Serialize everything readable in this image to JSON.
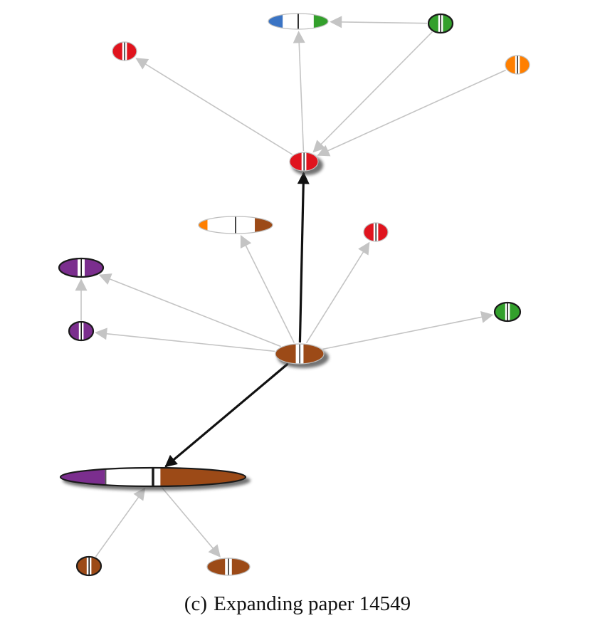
{
  "caption": {
    "tag": "(c)",
    "text": "Expanding paper 14549"
  },
  "colors": {
    "edge_default": "#c4c4c4",
    "edge_highlight": "#111111",
    "node_outline": "#1a1a1a",
    "node_outline_light": "#bdbdbd",
    "node_fill": "#ffffff",
    "shadow": "#444444",
    "red": "#e0141e",
    "blue": "#3a74c4",
    "green": "#33a02c",
    "orange": "#ff7f00",
    "purple": "#7b2e8e",
    "brown": "#9c4a17"
  },
  "nodes": [
    {
      "id": "top-center",
      "left": "blue",
      "right": "green",
      "wide": true,
      "outline": "light"
    },
    {
      "id": "top-right-green",
      "left": "green",
      "right": "green",
      "wide": false,
      "outline": "dark"
    },
    {
      "id": "top-left-red",
      "left": "red",
      "right": "red",
      "wide": false,
      "outline": "light"
    },
    {
      "id": "top-right-orange",
      "left": "orange",
      "right": "orange",
      "wide": false,
      "outline": "light"
    },
    {
      "id": "red-hub",
      "left": "red",
      "right": "red",
      "wide": false,
      "outline": "light",
      "shadow": true
    },
    {
      "id": "orange-brown",
      "left": "orange",
      "right": "brown",
      "wide": true,
      "outline": "light"
    },
    {
      "id": "mid-right-red",
      "left": "red",
      "right": "red",
      "wide": false,
      "outline": "light"
    },
    {
      "id": "purple-top",
      "left": "purple",
      "right": "purple",
      "wide": false,
      "outline": "dark"
    },
    {
      "id": "purple-small",
      "left": "purple",
      "right": "purple",
      "wide": false,
      "outline": "dark"
    },
    {
      "id": "right-green",
      "left": "green",
      "right": "green",
      "wide": false,
      "outline": "dark"
    },
    {
      "id": "expanded-paper",
      "left": "brown",
      "right": "brown",
      "wide": false,
      "outline": "light",
      "shadow": true
    },
    {
      "id": "long-purple-brown",
      "left": "purple",
      "right": "brown",
      "wide": true,
      "outline": "dark",
      "shadow": true
    },
    {
      "id": "bottom-left-brown",
      "left": "brown",
      "right": "brown",
      "wide": false,
      "outline": "dark"
    },
    {
      "id": "bottom-right-brown",
      "left": "brown",
      "right": "brown",
      "wide": false,
      "outline": "light"
    }
  ],
  "edges": [
    {
      "from": "top-right-green",
      "to": "top-center",
      "highlight": false
    },
    {
      "from": "red-hub",
      "to": "top-left-red",
      "highlight": false
    },
    {
      "from": "red-hub",
      "to": "top-center",
      "highlight": false
    },
    {
      "from": "top-right-green",
      "to": "red-hub",
      "highlight": false
    },
    {
      "from": "top-right-orange",
      "to": "red-hub",
      "highlight": false
    },
    {
      "from": "expanded-paper",
      "to": "red-hub",
      "highlight": true
    },
    {
      "from": "expanded-paper",
      "to": "orange-brown",
      "highlight": false
    },
    {
      "from": "expanded-paper",
      "to": "mid-right-red",
      "highlight": false
    },
    {
      "from": "expanded-paper",
      "to": "purple-top",
      "highlight": false
    },
    {
      "from": "expanded-paper",
      "to": "purple-small",
      "highlight": false
    },
    {
      "from": "expanded-paper",
      "to": "right-green",
      "highlight": false
    },
    {
      "from": "purple-small",
      "to": "purple-top",
      "highlight": false
    },
    {
      "from": "expanded-paper",
      "to": "long-purple-brown",
      "highlight": true
    },
    {
      "from": "bottom-left-brown",
      "to": "long-purple-brown",
      "highlight": false
    },
    {
      "from": "long-purple-brown",
      "to": "bottom-right-brown",
      "highlight": false
    }
  ]
}
